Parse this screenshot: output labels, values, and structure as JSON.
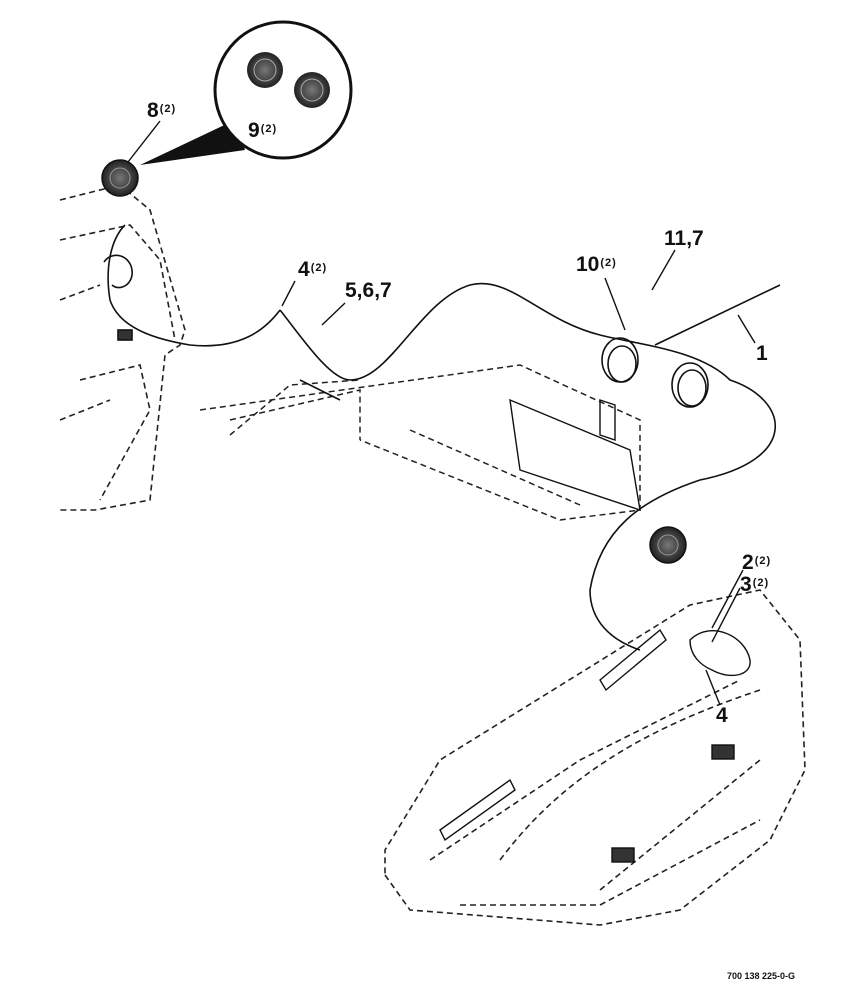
{
  "callouts": {
    "c1": {
      "num": "1",
      "qty": ""
    },
    "c2": {
      "num": "2",
      "qty": "(2)"
    },
    "c3": {
      "num": "3",
      "qty": "(2)"
    },
    "c4a": {
      "num": "4",
      "qty": "(2)"
    },
    "c4b": {
      "num": "4",
      "qty": ""
    },
    "c567": {
      "num": "5,6,7",
      "qty": ""
    },
    "c8": {
      "num": "8",
      "qty": "(2)"
    },
    "c9": {
      "num": "9",
      "qty": "(2)"
    },
    "c10": {
      "num": "10",
      "qty": "(2)"
    },
    "c117": {
      "num": "11,7",
      "qty": ""
    }
  },
  "drawing_id": "700 138 225-0-G",
  "colors": {
    "line": "#111111",
    "dashed": "#222222",
    "background": "#ffffff"
  }
}
